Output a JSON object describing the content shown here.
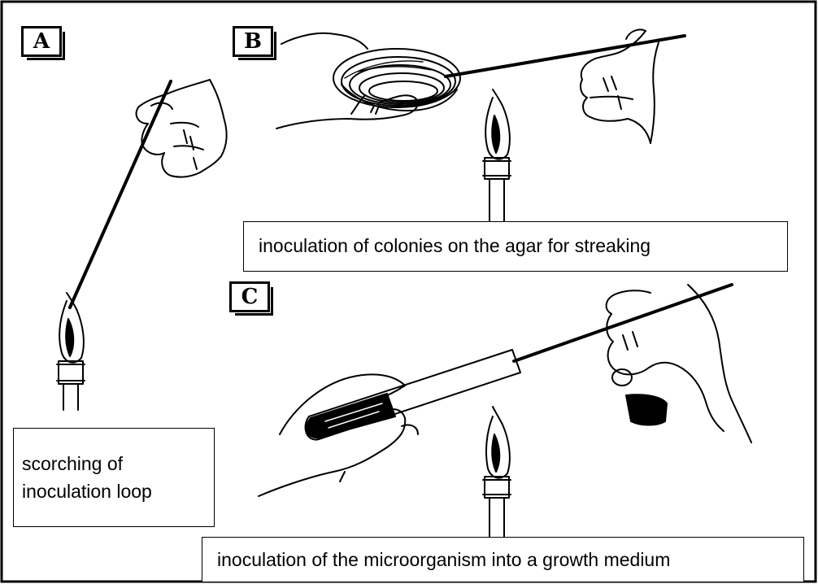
{
  "panels": {
    "a": {
      "letter": "A",
      "caption": "scorching of inoculation loop"
    },
    "b": {
      "letter": "B",
      "caption": "inoculation of colonies on the agar for streaking"
    },
    "c": {
      "letter": "C",
      "caption": "inoculation of the microorganism into a growth medium"
    }
  }
}
